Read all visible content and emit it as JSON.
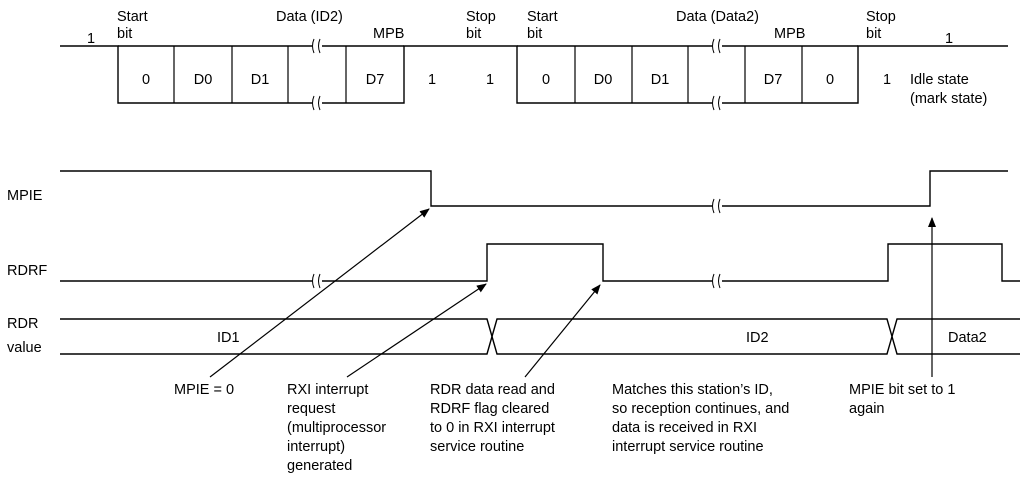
{
  "frame": {
    "idle_left": "1",
    "idle_right": "1",
    "start_bit_1": [
      "Start",
      "bit"
    ],
    "data_id2": "Data (ID2)",
    "mpb_1": "MPB",
    "stop_bit_1": [
      "Stop",
      "bit"
    ],
    "start_bit_2": [
      "Start",
      "bit"
    ],
    "data_data2": "Data (Data2)",
    "mpb_2": "MPB",
    "stop_bit_2": [
      "Stop",
      "bit"
    ],
    "idle_state": [
      "Idle state",
      "(mark state)"
    ]
  },
  "cells": {
    "f1": [
      "0",
      "D0",
      "D1",
      "D7",
      "1",
      "1"
    ],
    "f2": [
      "0",
      "D0",
      "D1",
      "D7",
      "0",
      "1"
    ]
  },
  "signals": {
    "mpie": "MPIE",
    "rdrf": "RDRF",
    "rdr": [
      "RDR",
      "value"
    ]
  },
  "rdr_values": [
    "ID1",
    "ID2",
    "Data2"
  ],
  "notes": {
    "n1": [
      "MPIE = 0"
    ],
    "n2": [
      "RXI interrupt",
      "request",
      "(multiprocessor",
      "interrupt)",
      "generated"
    ],
    "n3": [
      "RDR data read and",
      "RDRF flag cleared",
      "to 0 in RXI interrupt",
      "service routine"
    ],
    "n4": [
      "Matches this station’s ID,",
      "so reception continues, and",
      "data is received in RXI",
      "interrupt service routine"
    ],
    "n5": [
      "MPIE bit set to 1",
      "again"
    ]
  }
}
